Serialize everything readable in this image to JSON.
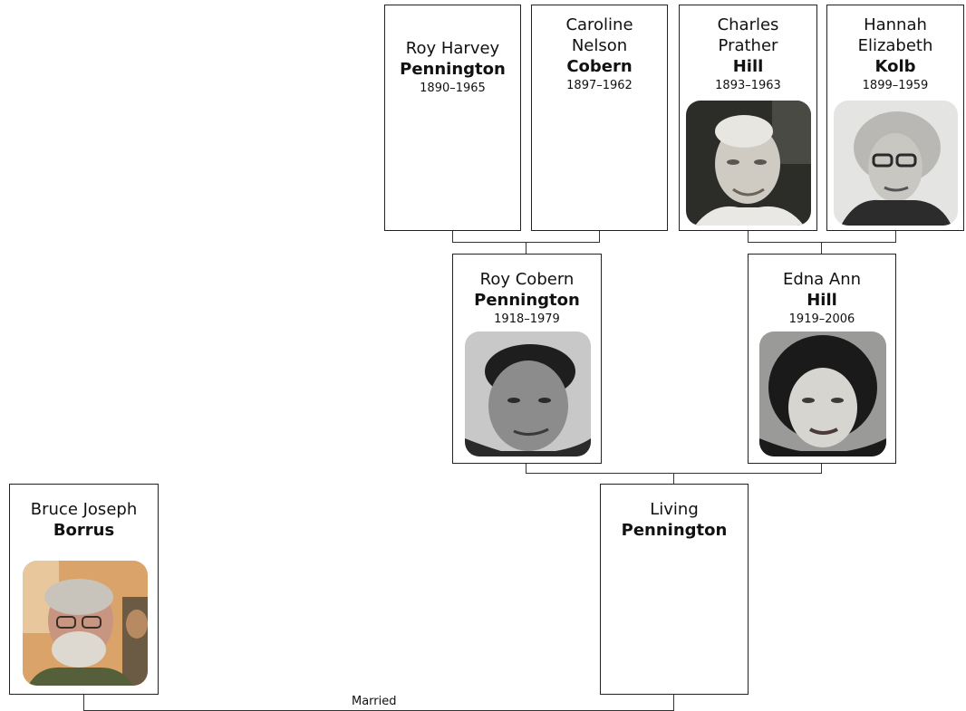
{
  "people": {
    "roy_harvey": {
      "given": "Roy Harvey",
      "surname": "Pennington",
      "dates": "1890–1965"
    },
    "caroline": {
      "given": "Caroline\nNelson",
      "surname": "Cobern",
      "dates": "1897–1962"
    },
    "charles": {
      "given": "Charles\nPrather",
      "surname": "Hill",
      "dates": "1893–1963"
    },
    "hannah": {
      "given": "Hannah\nElizabeth",
      "surname": "Kolb",
      "dates": "1899–1959"
    },
    "roy_cobern": {
      "given": "Roy Cobern",
      "surname": "Pennington",
      "dates": "1918–1979"
    },
    "edna": {
      "given": "Edna Ann",
      "surname": "Hill",
      "dates": "1919–2006"
    },
    "living": {
      "given": "Living",
      "surname": "Pennington"
    },
    "bruce": {
      "given": "Bruce Joseph",
      "surname": "Borrus"
    }
  },
  "relation_label": "Married"
}
